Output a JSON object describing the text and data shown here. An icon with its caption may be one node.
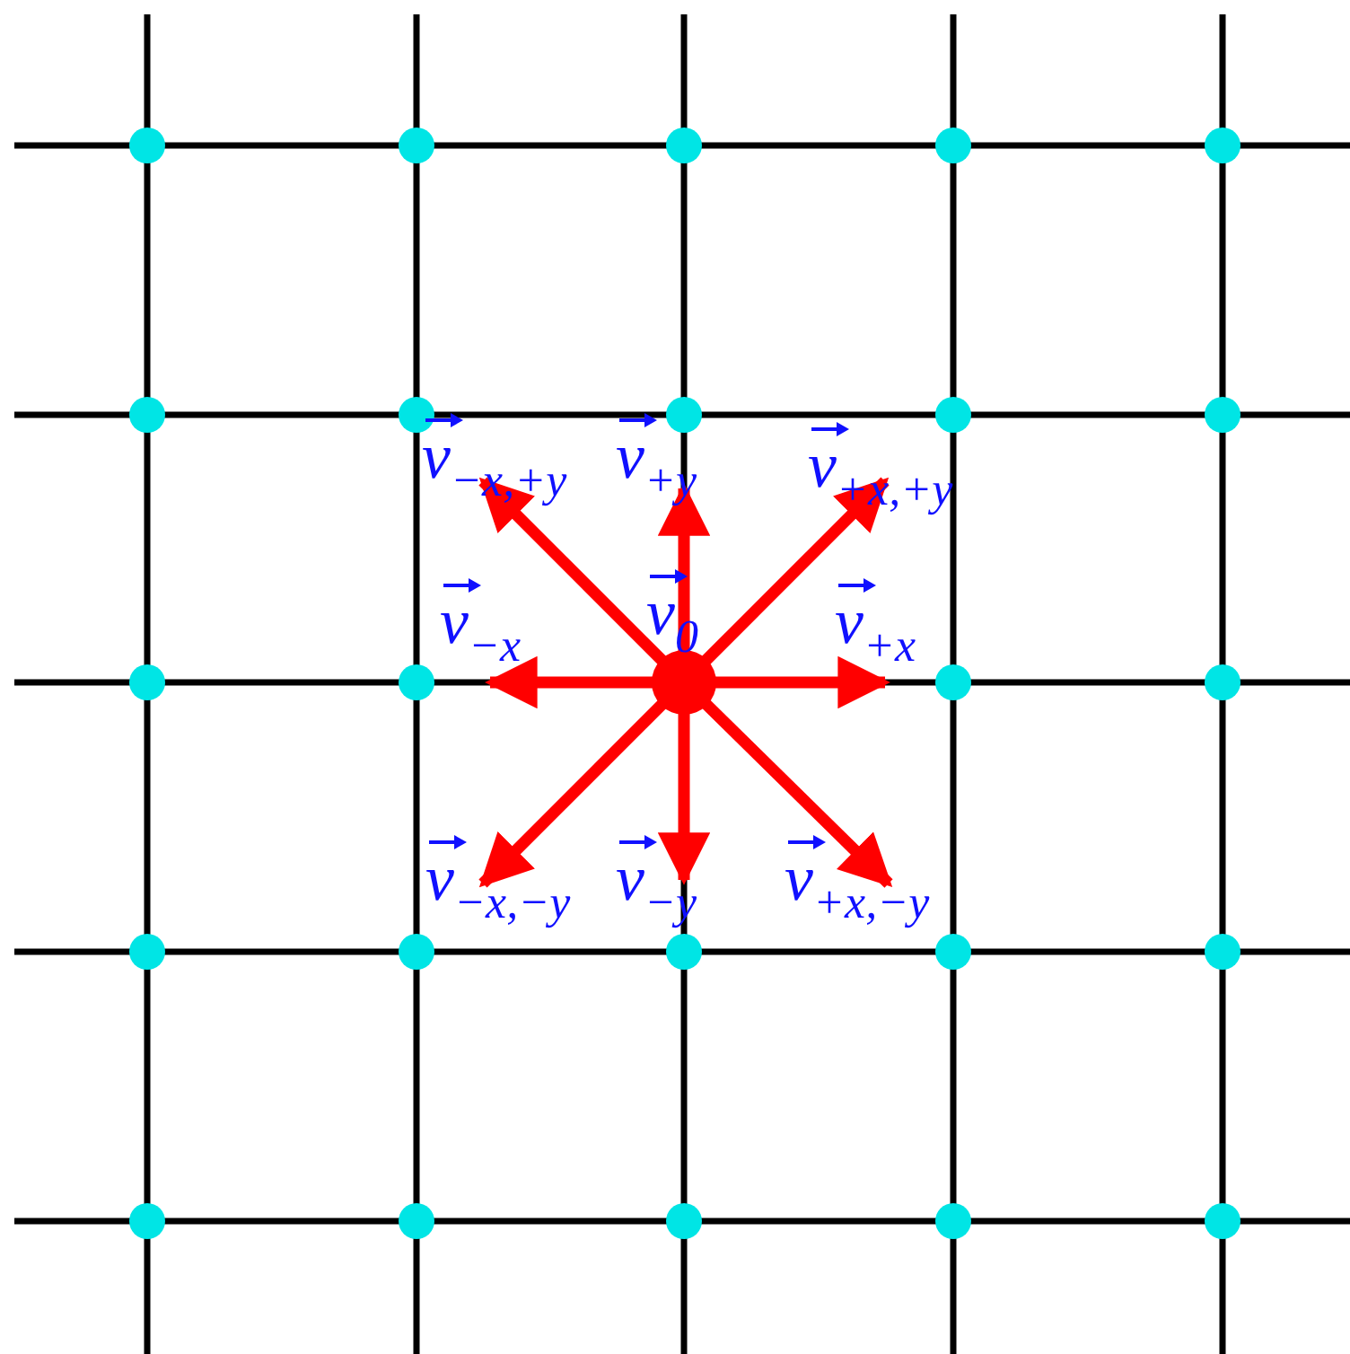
{
  "diagram": {
    "labels": [
      "v$_{−x,+y}$",
      "v$_{+y}$",
      "v$_{+x,+y}$",
      "v$_{−x}$",
      "v$_{0}$",
      "v$_{+x}$",
      "v$_{−x,−y}$",
      "v$_{−y}$",
      "v$_{+x,−y}$"
    ]
  }
}
